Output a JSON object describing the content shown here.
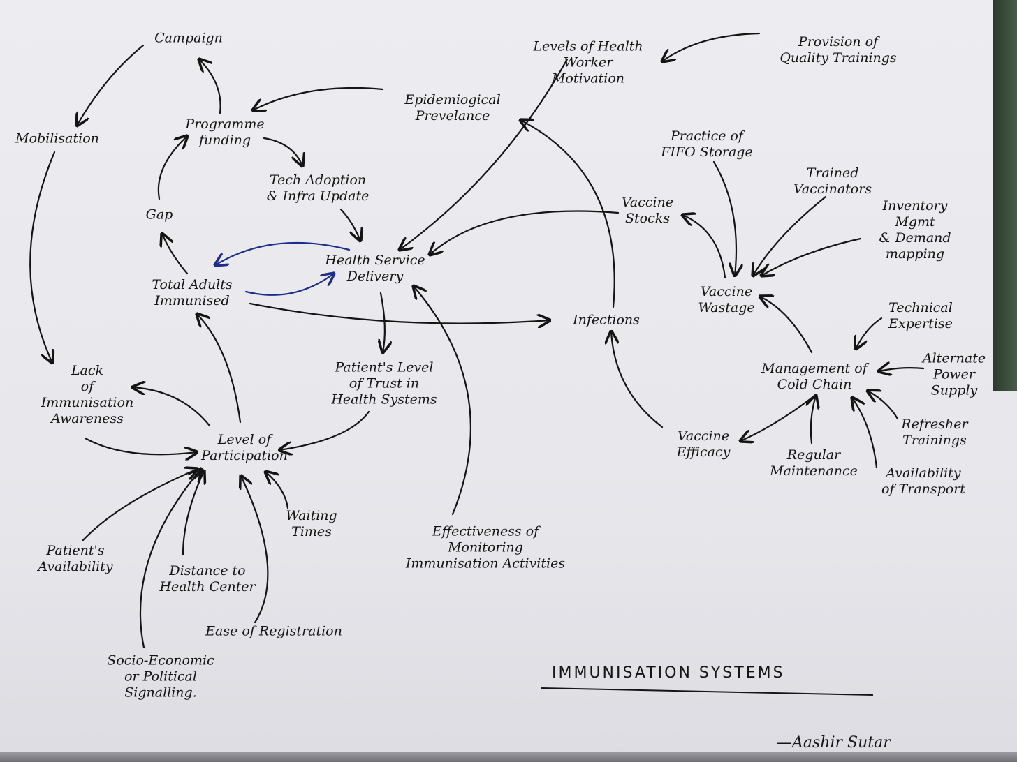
{
  "diagram": {
    "title": "IMMUNISATION SYSTEMS",
    "author": "—Aashir Sutar",
    "nodes": [
      {
        "id": "campaign",
        "label": "Campaign"
      },
      {
        "id": "mobilisation",
        "label": "Mobilisation"
      },
      {
        "id": "programme-funding",
        "label": "Programme\nfunding"
      },
      {
        "id": "tech-adoption",
        "label": "Tech Adoption\n& Infra Update"
      },
      {
        "id": "gap",
        "label": "Gap"
      },
      {
        "id": "total-adults-immunised",
        "label": "Total Adults\nImmunised"
      },
      {
        "id": "health-service-delivery",
        "label": "Health Service\nDelivery"
      },
      {
        "id": "epidemiological-prevelance",
        "label": "Epidemiogical\nPrevelance"
      },
      {
        "id": "health-worker-motivation",
        "label": "Levels of Health\nWorker\nMotivation"
      },
      {
        "id": "provision-of-trainings",
        "label": "Provision of\nQuality Trainings"
      },
      {
        "id": "fifo-storage",
        "label": "Practice of\nFIFO Storage"
      },
      {
        "id": "trained-vaccinators",
        "label": "Trained\nVaccinators"
      },
      {
        "id": "vaccine-stocks",
        "label": "Vaccine\nStocks"
      },
      {
        "id": "inventory-mgmt",
        "label": "Inventory Mgmt\n& Demand mapping"
      },
      {
        "id": "vaccine-wastage",
        "label": "Vaccine\nWastage"
      },
      {
        "id": "infections",
        "label": "Infections"
      },
      {
        "id": "technical-expertise",
        "label": "Technical\nExpertise"
      },
      {
        "id": "cold-chain",
        "label": "Management of\nCold Chain"
      },
      {
        "id": "alternate-power",
        "label": "Alternate\nPower\nSupply"
      },
      {
        "id": "refresher-trainings",
        "label": "Refresher\nTrainings"
      },
      {
        "id": "regular-maintenance",
        "label": "Regular\nMaintenance"
      },
      {
        "id": "availability-transport",
        "label": "Availability\nof Transport"
      },
      {
        "id": "vaccine-efficacy",
        "label": "Vaccine\nEfficacy"
      },
      {
        "id": "patient-trust",
        "label": "Patient's Level\nof Trust in\nHealth Systems"
      },
      {
        "id": "lack-awareness",
        "label": "Lack\nof\nImmunisation\nAwareness"
      },
      {
        "id": "level-participation",
        "label": "Level of\nParticipation"
      },
      {
        "id": "waiting-times",
        "label": "Waiting\nTimes"
      },
      {
        "id": "effectiveness-monitoring",
        "label": "Effectiveness of\nMonitoring\nImmunisation Activities"
      },
      {
        "id": "patient-availability",
        "label": "Patient's\nAvailability"
      },
      {
        "id": "distance-health-center",
        "label": "Distance to\nHealth Center"
      },
      {
        "id": "ease-registration",
        "label": "Ease of Registration"
      },
      {
        "id": "socio-economic",
        "label": "Socio-Economic\nor Political\nSignalling."
      }
    ],
    "edges": [
      {
        "from": "campaign",
        "to": "mobilisation"
      },
      {
        "from": "programme-funding",
        "to": "campaign"
      },
      {
        "from": "epidemiological-prevelance",
        "to": "programme-funding"
      },
      {
        "from": "programme-funding",
        "to": "tech-adoption"
      },
      {
        "from": "tech-adoption",
        "to": "health-service-delivery"
      },
      {
        "from": "gap",
        "to": "programme-funding"
      },
      {
        "from": "total-adults-immunised",
        "to": "gap"
      },
      {
        "from": "health-service-delivery",
        "to": "total-adults-immunised",
        "color": "#1d2d8a"
      },
      {
        "from": "total-adults-immunised",
        "to": "health-service-delivery",
        "color": "#1d2d8a"
      },
      {
        "from": "total-adults-immunised",
        "to": "infections"
      },
      {
        "from": "health-worker-motivation",
        "to": "health-service-delivery"
      },
      {
        "from": "provision-of-trainings",
        "to": "health-worker-motivation"
      },
      {
        "from": "infections",
        "to": "epidemiological-prevelance"
      },
      {
        "from": "vaccine-stocks",
        "to": "health-service-delivery"
      },
      {
        "from": "vaccine-wastage",
        "to": "vaccine-stocks"
      },
      {
        "from": "fifo-storage",
        "to": "vaccine-wastage"
      },
      {
        "from": "trained-vaccinators",
        "to": "vaccine-wastage"
      },
      {
        "from": "inventory-mgmt",
        "to": "vaccine-wastage"
      },
      {
        "from": "cold-chain",
        "to": "vaccine-wastage"
      },
      {
        "from": "technical-expertise",
        "to": "cold-chain"
      },
      {
        "from": "alternate-power",
        "to": "cold-chain"
      },
      {
        "from": "refresher-trainings",
        "to": "cold-chain"
      },
      {
        "from": "regular-maintenance",
        "to": "cold-chain"
      },
      {
        "from": "availability-transport",
        "to": "cold-chain"
      },
      {
        "from": "cold-chain",
        "to": "vaccine-efficacy"
      },
      {
        "from": "vaccine-efficacy",
        "to": "infections"
      },
      {
        "from": "health-service-delivery",
        "to": "patient-trust"
      },
      {
        "from": "patient-trust",
        "to": "level-participation"
      },
      {
        "from": "effectiveness-monitoring",
        "to": "health-service-delivery"
      },
      {
        "from": "mobilisation",
        "to": "lack-awareness"
      },
      {
        "from": "lack-awareness",
        "to": "level-participation"
      },
      {
        "from": "level-participation",
        "to": "lack-awareness"
      },
      {
        "from": "level-participation",
        "to": "total-adults-immunised"
      },
      {
        "from": "waiting-times",
        "to": "level-participation"
      },
      {
        "from": "patient-availability",
        "to": "level-participation"
      },
      {
        "from": "distance-health-center",
        "to": "level-participation"
      },
      {
        "from": "ease-registration",
        "to": "level-participation"
      },
      {
        "from": "socio-economic",
        "to": "level-participation"
      }
    ]
  }
}
